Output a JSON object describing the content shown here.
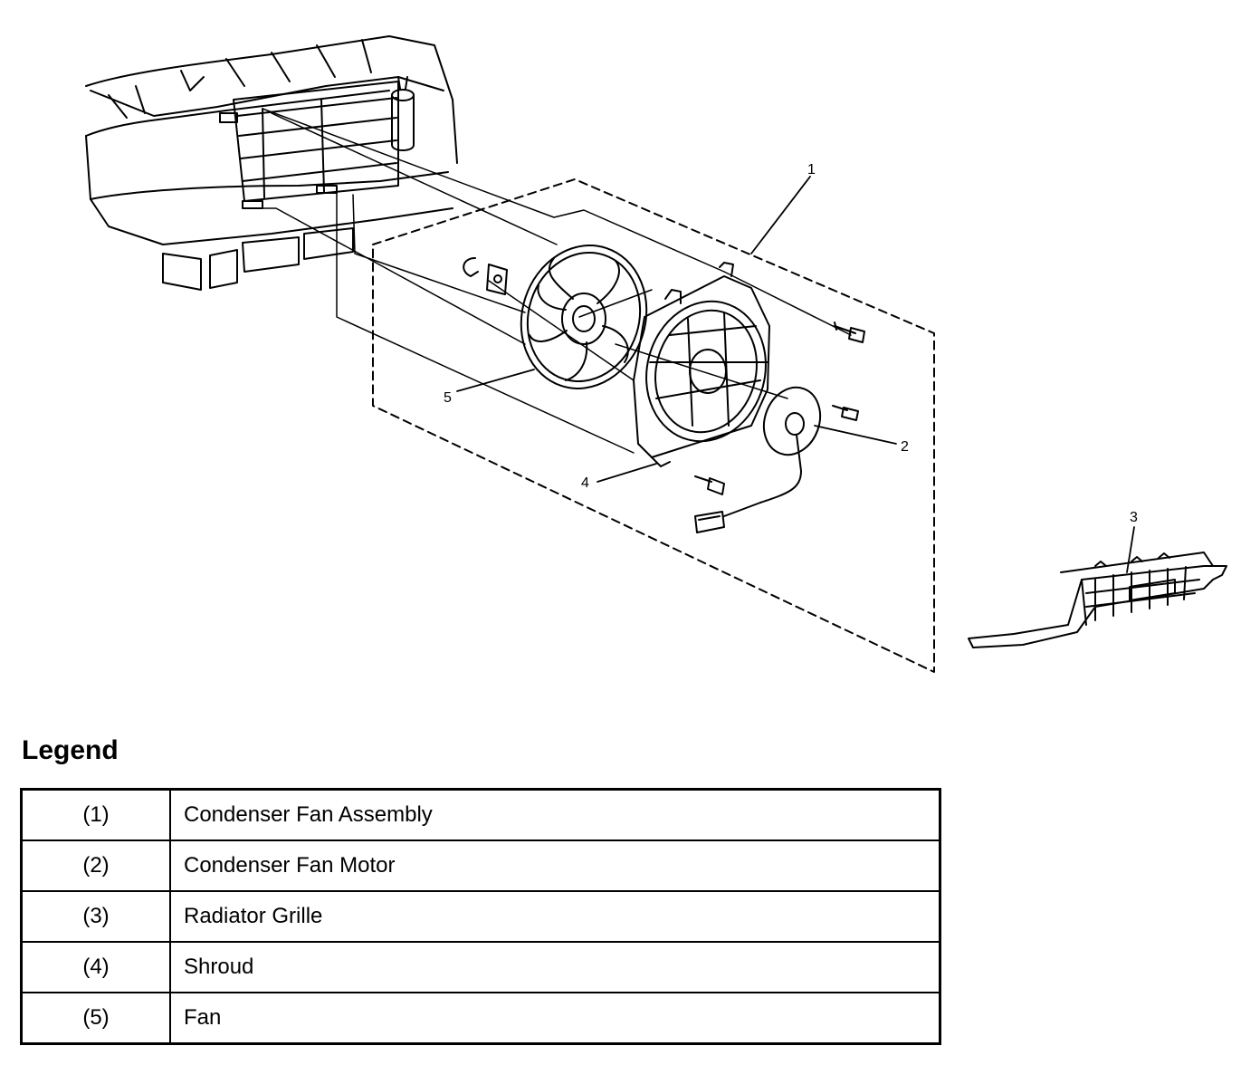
{
  "diagram": {
    "callouts": [
      "1",
      "2",
      "3",
      "4",
      "5"
    ]
  },
  "legend": {
    "title": "Legend",
    "rows": [
      {
        "num": "(1)",
        "desc": "Condenser Fan Assembly"
      },
      {
        "num": "(2)",
        "desc": "Condenser Fan Motor"
      },
      {
        "num": "(3)",
        "desc": "Radiator Grille"
      },
      {
        "num": "(4)",
        "desc": "Shroud"
      },
      {
        "num": "(5)",
        "desc": "Fan"
      }
    ]
  }
}
